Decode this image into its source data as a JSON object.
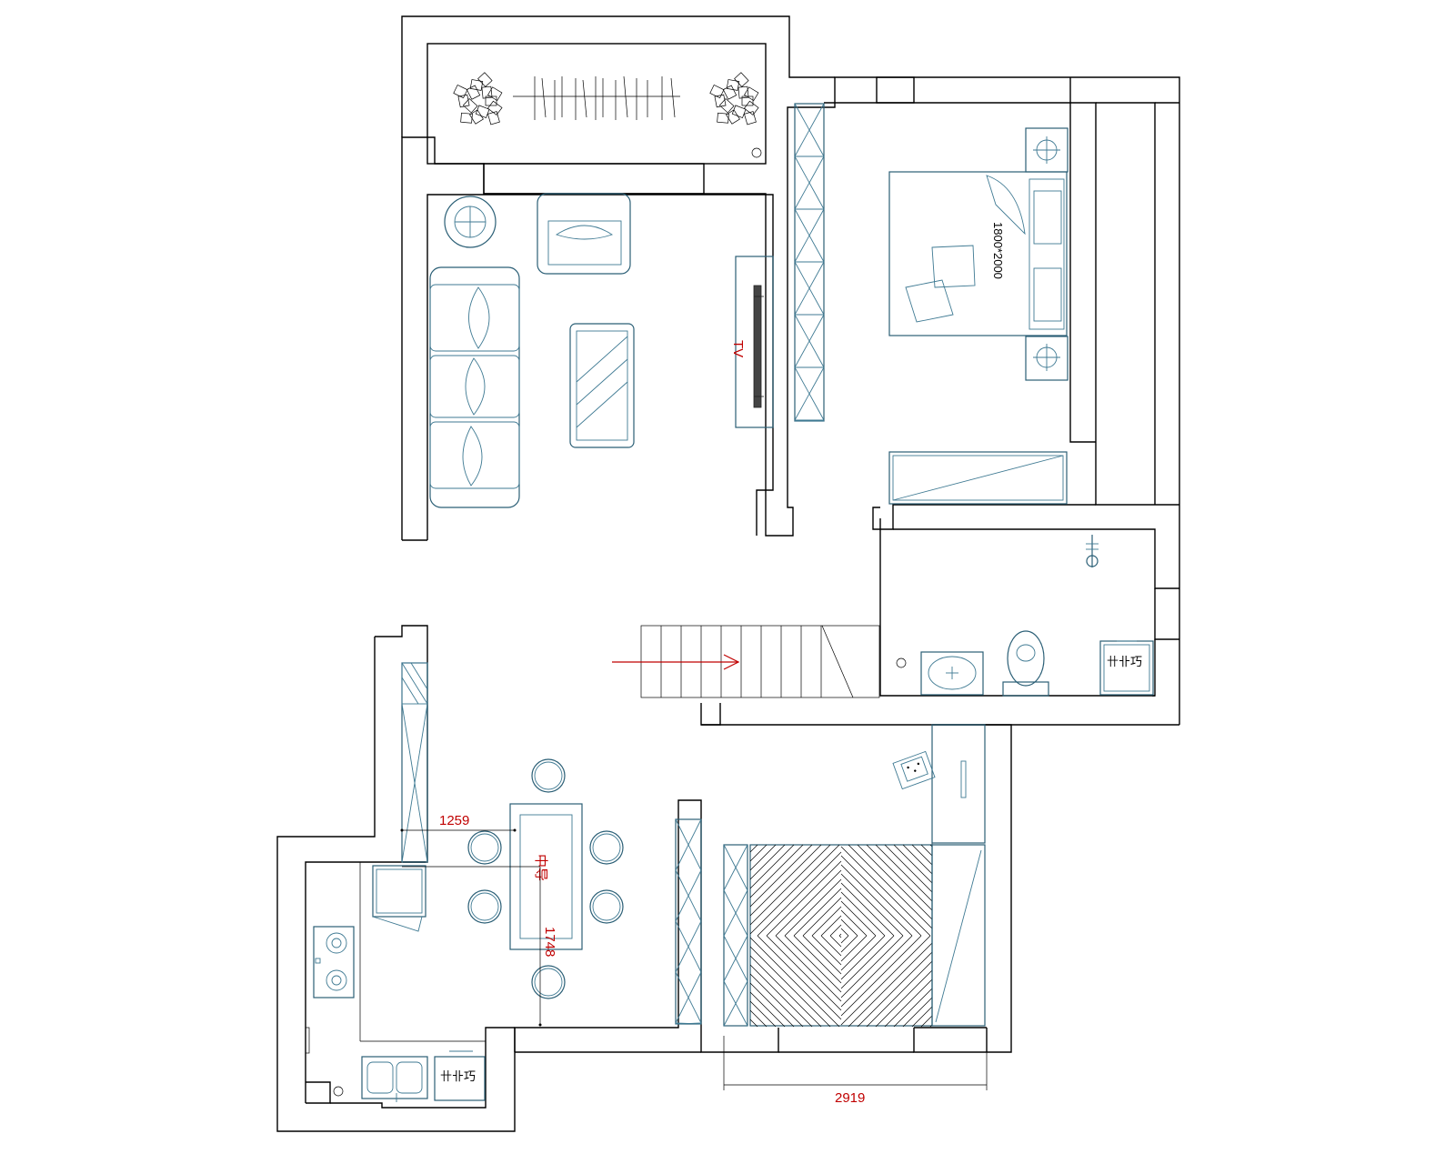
{
  "plan": {
    "labels": {
      "tv": "TV",
      "bed_size": "1800*2000",
      "dining_table": "中导",
      "bathroom_fixture": "卄卝巧",
      "kitchen_fixture": "卄卝巧"
    },
    "dimensions": {
      "dining_width": "1259",
      "dining_length": "1748",
      "bedroom_width": "2919"
    },
    "colors": {
      "wall": "#000000",
      "furniture": "#2b5f76",
      "annotation": "#c00000"
    }
  }
}
